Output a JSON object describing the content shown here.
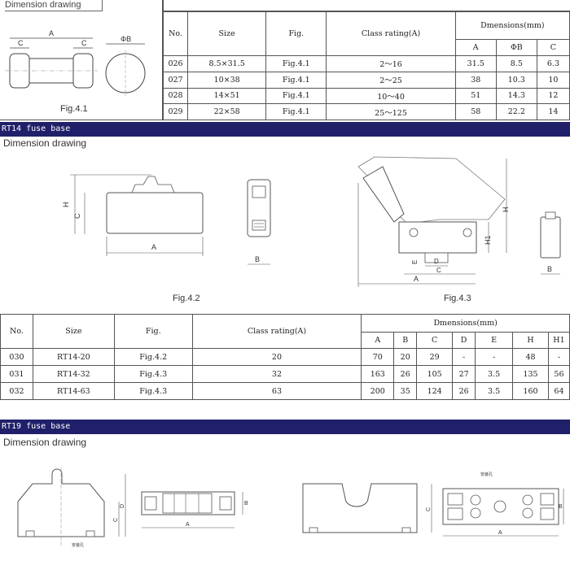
{
  "top": {
    "dim_title": "Dimension drawing",
    "fig_label": "Fig.4.1",
    "labels": {
      "a": "A",
      "c1": "C",
      "c2": "C",
      "phib": "ΦB"
    },
    "headers": {
      "no": "No.",
      "size": "Size",
      "fig": "Fig.",
      "class": "Class rating(A)",
      "dims": "Dmensions(mm)",
      "a": "A",
      "b": "ΦB",
      "c": "C"
    },
    "rows": [
      {
        "no": "026",
        "size": "8.5×31.5",
        "fig": "Fig.4.1",
        "class": "2～16",
        "a": "31.5",
        "b": "8.5",
        "c": "6.3"
      },
      {
        "no": "027",
        "size": "10×38",
        "fig": "Fig.4.1",
        "class": "2～25",
        "a": "38",
        "b": "10.3",
        "c": "10"
      },
      {
        "no": "028",
        "size": "14×51",
        "fig": "Fig.4.1",
        "class": "10～40",
        "a": "51",
        "b": "14.3",
        "c": "12"
      },
      {
        "no": "029",
        "size": "22×58",
        "fig": "Fig.4.1",
        "class": "25～125",
        "a": "58",
        "b": "22.2",
        "c": "14"
      }
    ]
  },
  "rt14": {
    "bar_title": "RT14 fuse base",
    "dim_title": "Dimension drawing",
    "fig2_label": "Fig.4.2",
    "fig3_label": "Fig.4.3",
    "labels": {
      "h": "H",
      "c": "C",
      "a": "A",
      "b": "B",
      "h1": "H1",
      "e": "E",
      "d": "D",
      "c2": "C",
      "a2": "A",
      "b2": "B",
      "h2": "H"
    },
    "headers": {
      "no": "No.",
      "size": "Size",
      "fig": "Fig.",
      "class": "Class rating(A)",
      "dims": "Dmensions(mm)",
      "a": "A",
      "b": "B",
      "c": "C",
      "d": "D",
      "e": "E",
      "h": "H",
      "h1": "H1"
    },
    "rows": [
      {
        "no": "030",
        "size": "RT14-20",
        "fig": "Fig.4.2",
        "class": "20",
        "a": "70",
        "b": "20",
        "c": "29",
        "d": "-",
        "e": "-",
        "h": "48",
        "h1": "-"
      },
      {
        "no": "031",
        "size": "RT14-32",
        "fig": "Fig.4.3",
        "class": "32",
        "a": "163",
        "b": "26",
        "c": "105",
        "d": "27",
        "e": "3.5",
        "h": "135",
        "h1": "56"
      },
      {
        "no": "032",
        "size": "RT14-63",
        "fig": "Fig.4.3",
        "class": "63",
        "a": "200",
        "b": "35",
        "c": "124",
        "d": "26",
        "e": "3.5",
        "h": "160",
        "h1": "64"
      }
    ]
  },
  "rt19": {
    "bar_title": "RT19 fuse base",
    "dim_title": "Dimension drawing",
    "labels": {
      "a1": "A",
      "b1": "B",
      "c1": "C",
      "d1": "D",
      "a2": "A",
      "b2": "B",
      "c2": "C",
      "hole1": "安装孔",
      "hole2": "安装孔"
    }
  }
}
